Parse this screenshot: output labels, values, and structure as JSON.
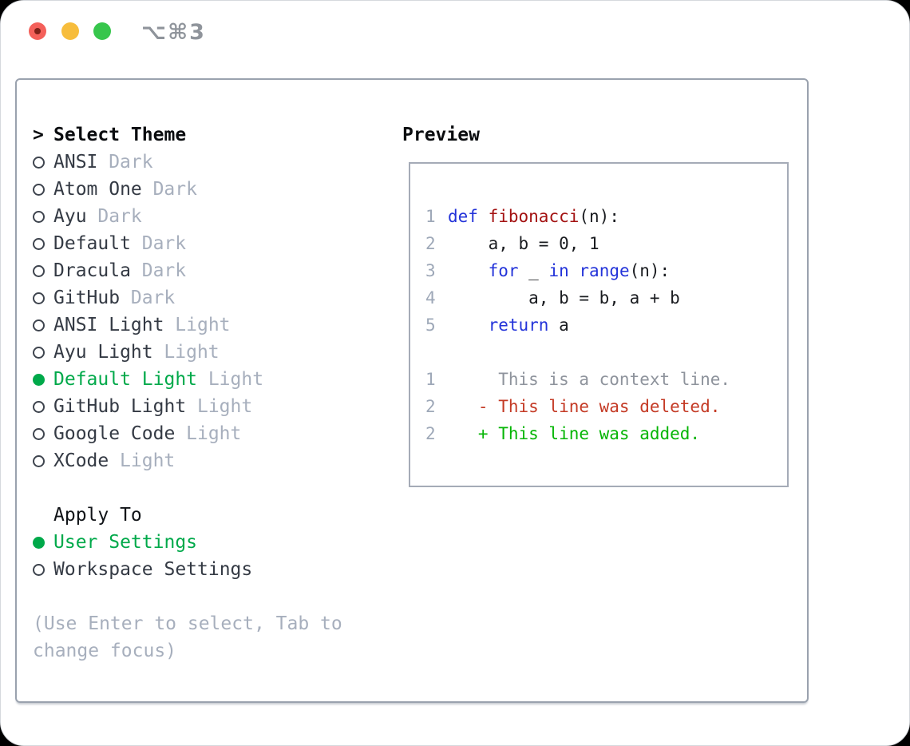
{
  "window": {
    "title": "⌥⌘3"
  },
  "colors": {
    "accent_green": "#00a94a",
    "add_green": "#05b505",
    "del_red": "#c43a25",
    "kw_blue": "#2333d9",
    "fn_red": "#a31111",
    "traffic_red": "#f4605a",
    "traffic_yellow": "#f7bd3c",
    "traffic_green": "#37c64c"
  },
  "theme_panel": {
    "select_header": {
      "marker": ">",
      "label": "Select Theme"
    },
    "themes": [
      {
        "name": "ANSI",
        "variant": "Dark",
        "selected": false
      },
      {
        "name": "Atom One",
        "variant": "Dark",
        "selected": false
      },
      {
        "name": "Ayu",
        "variant": "Dark",
        "selected": false
      },
      {
        "name": "Default",
        "variant": "Dark",
        "selected": false
      },
      {
        "name": "Dracula",
        "variant": "Dark",
        "selected": false
      },
      {
        "name": "GitHub",
        "variant": "Dark",
        "selected": false
      },
      {
        "name": "ANSI Light",
        "variant": "Light",
        "selected": false
      },
      {
        "name": "Ayu Light",
        "variant": "Light",
        "selected": false
      },
      {
        "name": "Default Light",
        "variant": "Light",
        "selected": true
      },
      {
        "name": "GitHub Light",
        "variant": "Light",
        "selected": false
      },
      {
        "name": "Google Code",
        "variant": "Light",
        "selected": false
      },
      {
        "name": "XCode",
        "variant": "Light",
        "selected": false
      }
    ],
    "apply_to": {
      "header": "Apply To",
      "options": [
        {
          "label": "User Settings",
          "selected": true
        },
        {
          "label": "Workspace Settings",
          "selected": false
        }
      ]
    },
    "hint": "(Use Enter to select, Tab to change focus)"
  },
  "preview": {
    "header": "Preview",
    "lines": [
      {
        "num": "1",
        "tokens": [
          {
            "t": "def",
            "c": "kw"
          },
          {
            "t": " ",
            "c": "pl"
          },
          {
            "t": "fibonacci",
            "c": "fn"
          },
          {
            "t": "(n):",
            "c": "pl"
          }
        ]
      },
      {
        "num": "2",
        "tokens": [
          {
            "t": "    a, b = 0, 1",
            "c": "pl"
          }
        ]
      },
      {
        "num": "3",
        "tokens": [
          {
            "t": "    ",
            "c": "pl"
          },
          {
            "t": "for",
            "c": "kw"
          },
          {
            "t": " _ ",
            "c": "pl"
          },
          {
            "t": "in",
            "c": "kw"
          },
          {
            "t": " ",
            "c": "pl"
          },
          {
            "t": "range",
            "c": "kw"
          },
          {
            "t": "(n):",
            "c": "pl"
          }
        ]
      },
      {
        "num": "4",
        "tokens": [
          {
            "t": "        a, b = b, a + b",
            "c": "pl"
          }
        ]
      },
      {
        "num": "5",
        "tokens": [
          {
            "t": "    ",
            "c": "pl"
          },
          {
            "t": "return",
            "c": "kw"
          },
          {
            "t": " a",
            "c": "pl"
          }
        ]
      },
      {
        "spacer": true
      },
      {
        "num": "1",
        "tokens": [
          {
            "t": "     This is a context line.",
            "c": "ctx"
          }
        ]
      },
      {
        "num": "2",
        "tokens": [
          {
            "t": "   - This line was deleted.",
            "c": "del"
          }
        ]
      },
      {
        "num": "2",
        "tokens": [
          {
            "t": "   + This line was added.",
            "c": "add"
          }
        ]
      }
    ]
  }
}
